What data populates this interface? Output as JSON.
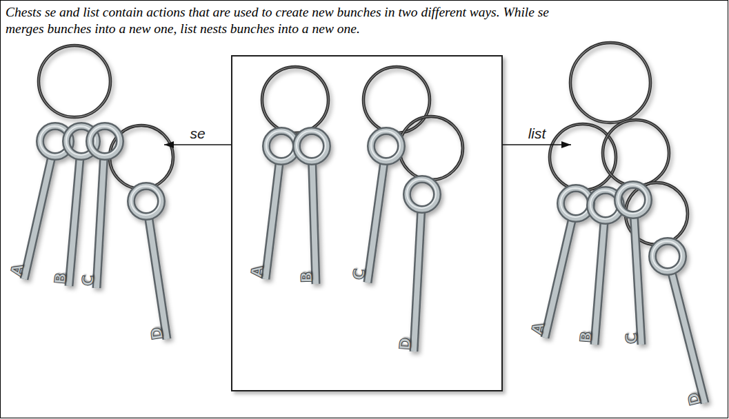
{
  "diagram": {
    "caption": "Chests se and list contain actions that are used to create new bunches in two different ways. While se merges bunches into a new one, list nests bunches into a new one.",
    "nodes": [
      {
        "text": [
          "A",
          "B",
          "C",
          "D"
        ]
      },
      {
        "text": []
      },
      {
        "text": [
          "A",
          "B"
        ],
        "in": 1
      },
      {
        "text": [
          "C",
          "D"
        ],
        "in": 1
      },
      {
        "text": [
          "A",
          "B",
          "C",
          "D"
        ]
      }
    ],
    "edges": [
      {
        "from": 1,
        "to": 0,
        "label": "se",
        "arrow": "to"
      },
      {
        "from": 1,
        "to": 4,
        "label": "list",
        "arrow": "to"
      }
    ]
  }
}
